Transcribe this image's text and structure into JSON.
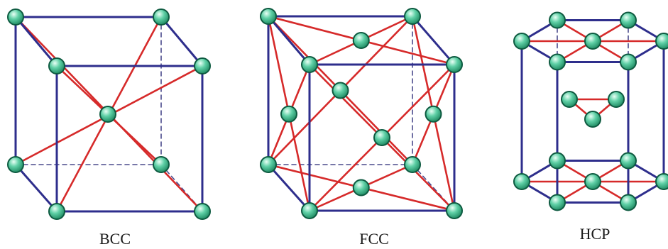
{
  "diagrams": [
    {
      "id": "bcc",
      "caption": "BCC"
    },
    {
      "id": "fcc",
      "caption": "FCC"
    },
    {
      "id": "hcp",
      "caption": "HCP"
    }
  ],
  "colors": {
    "edge": "#2e2e8c",
    "hidden_edge": "#4a4a8c",
    "bond": "#d62a2a",
    "atom_fill": "#5fd0a6",
    "atom_stroke": "#0d5a40",
    "atom_highlight": "#e9fff5"
  }
}
